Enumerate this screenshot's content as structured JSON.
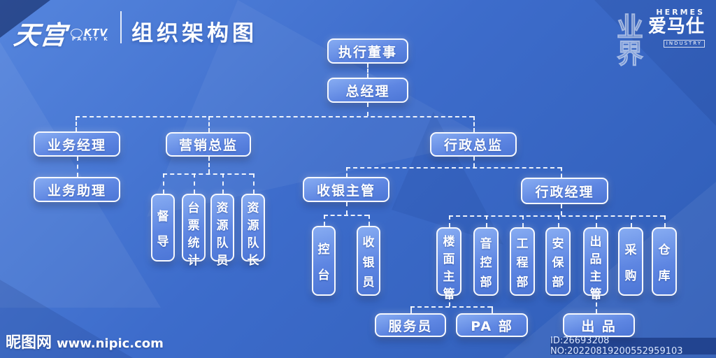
{
  "header": {
    "logo_main": "天宫",
    "logo_ktv": "KTV",
    "logo_sub": "PARTY K",
    "title": "组织架构图",
    "brand": {
      "hermes": "HERMES",
      "cn": "爱马仕",
      "industry": "INDUSTRY",
      "outline_cn": "业界"
    }
  },
  "org": {
    "nodes": {
      "exec_director": {
        "label": "执行董事"
      },
      "general_manager": {
        "label": "总经理"
      },
      "business_manager": {
        "label": "业务经理"
      },
      "marketing_director": {
        "label": "营销总监"
      },
      "admin_director": {
        "label": "行政总监"
      },
      "business_assistant": {
        "label": "业务助理"
      },
      "supervisor": {
        "label": "督导"
      },
      "ticket_stats": {
        "label": "台票统计"
      },
      "resource_member": {
        "label": "资源队员"
      },
      "resource_leader": {
        "label": "资源队长"
      },
      "cashier_supervisor": {
        "label": "收银主管"
      },
      "admin_manager": {
        "label": "行政经理"
      },
      "control_desk": {
        "label": "控台"
      },
      "cashier": {
        "label": "收银员"
      },
      "floor_supervisor": {
        "label": "楼面主管"
      },
      "audio_control": {
        "label": "音控部"
      },
      "engineering": {
        "label": "工程部"
      },
      "security_dept": {
        "label": "安保部"
      },
      "production_supervisor": {
        "label": "出品主管"
      },
      "purchasing": {
        "label": "采购"
      },
      "warehouse": {
        "label": "仓库"
      },
      "waiter": {
        "label": "服务员"
      },
      "pa_dept": {
        "label": "PA 部"
      },
      "production": {
        "label": "出 品"
      }
    },
    "hierarchy": [
      {
        "parent": "执行董事",
        "children": [
          "总经理"
        ]
      },
      {
        "parent": "总经理",
        "children": [
          "业务经理",
          "营销总监",
          "行政总监"
        ]
      },
      {
        "parent": "业务经理",
        "children": [
          "业务助理"
        ]
      },
      {
        "parent": "营销总监",
        "children": [
          "督导",
          "台票统计",
          "资源队员",
          "资源队长"
        ]
      },
      {
        "parent": "行政总监",
        "children": [
          "收银主管",
          "行政经理"
        ]
      },
      {
        "parent": "收银主管",
        "children": [
          "控台",
          "收银员"
        ]
      },
      {
        "parent": "行政经理",
        "children": [
          "楼面主管",
          "音控部",
          "工程部",
          "安保部",
          "出品主管",
          "采购",
          "仓库"
        ]
      },
      {
        "parent": "楼面主管",
        "children": [
          "服务员",
          "PA 部"
        ]
      },
      {
        "parent": "出品主管",
        "children": [
          "出 品"
        ]
      }
    ]
  },
  "footer": {
    "watermark_site": "昵图网",
    "watermark_url": "www.nipic.com",
    "stock_id": "ID:26693208 NO:20220819200552959103"
  },
  "colors": {
    "background_top": "#5585dd",
    "background_bottom": "#2e5cb6",
    "node_fill_top": "#87acf2",
    "node_fill_bottom": "#4c76d6",
    "node_border": "#ffffff",
    "connector": "#ffffff",
    "id_bar": "#12306f"
  }
}
